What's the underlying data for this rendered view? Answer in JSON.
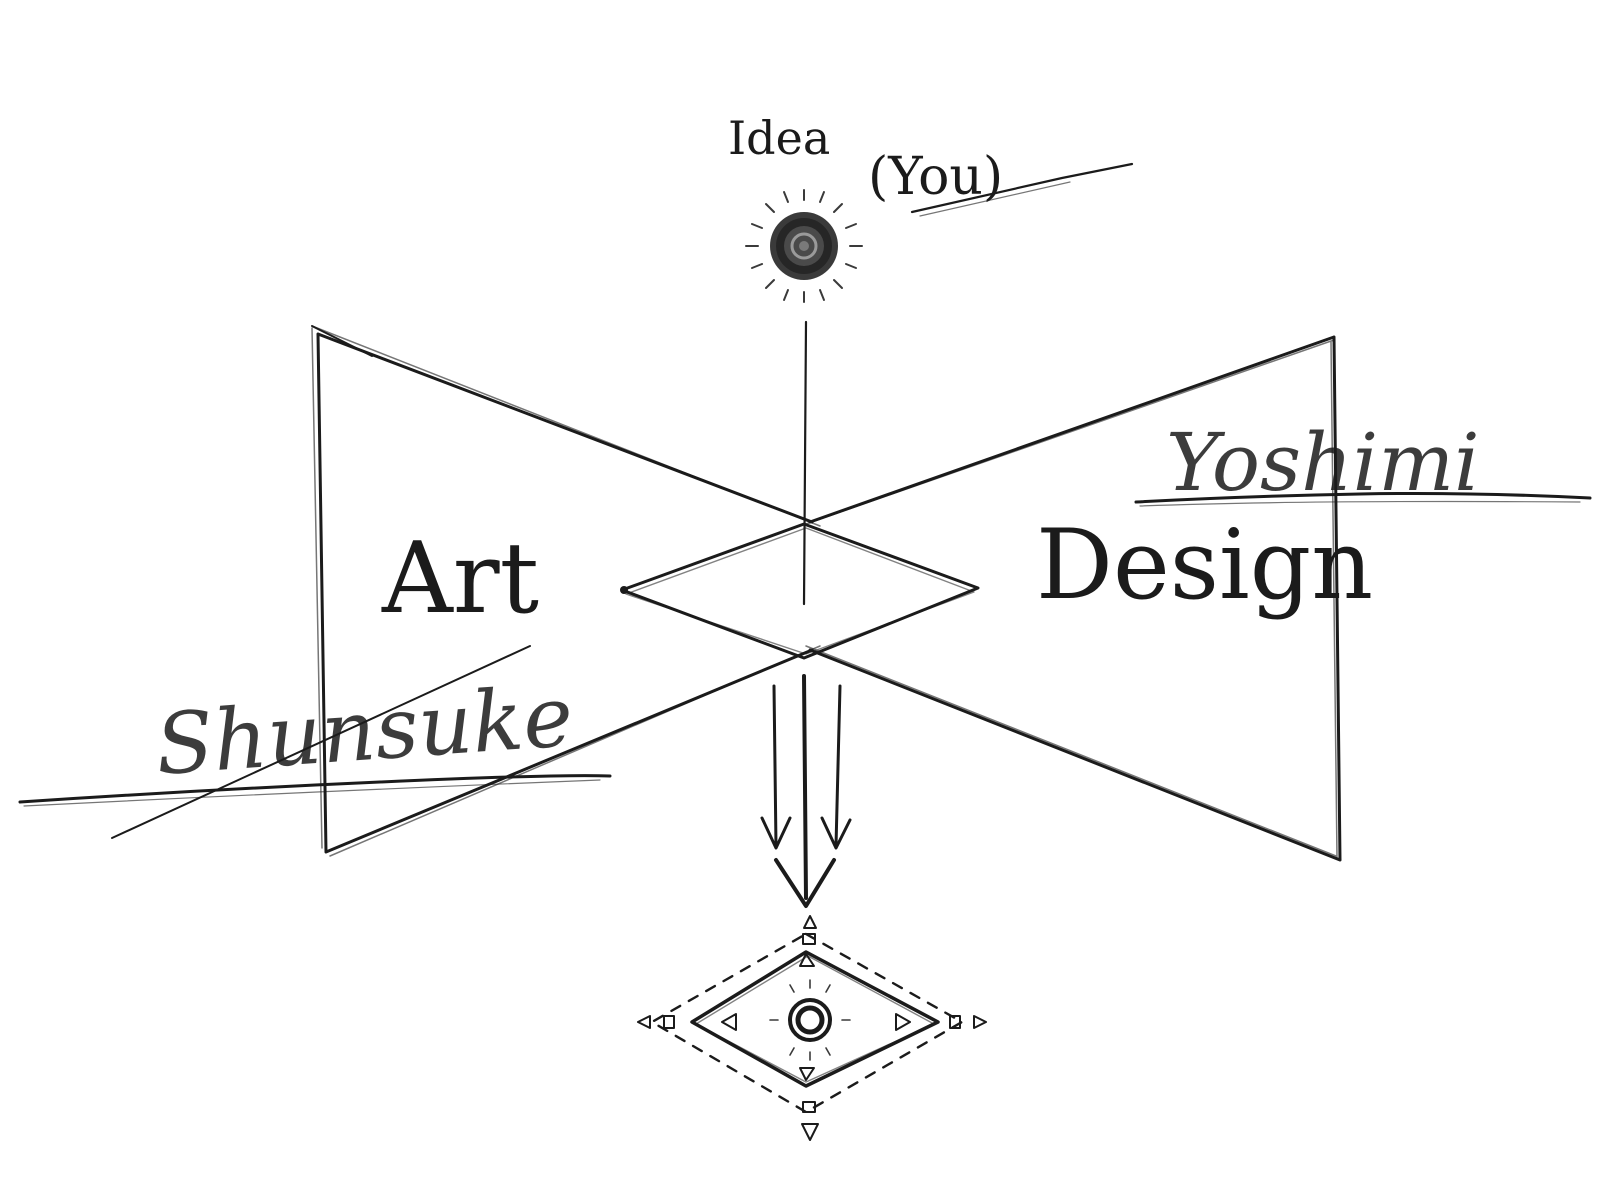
{
  "diagram": {
    "idea_label": "Idea",
    "you_label": "(You)",
    "art_label": "Art",
    "design_label": "Design",
    "yoshimi_signature": "Yoshimi",
    "shunsuke_signature": "Shunsuke"
  },
  "colors": {
    "ink": "#1b1b1b",
    "paper": "#ffffff"
  },
  "icons": {
    "idea": "radiating-sun-icon",
    "result": "eye-diamond-icon",
    "flow": "triple-down-arrow-icon"
  }
}
